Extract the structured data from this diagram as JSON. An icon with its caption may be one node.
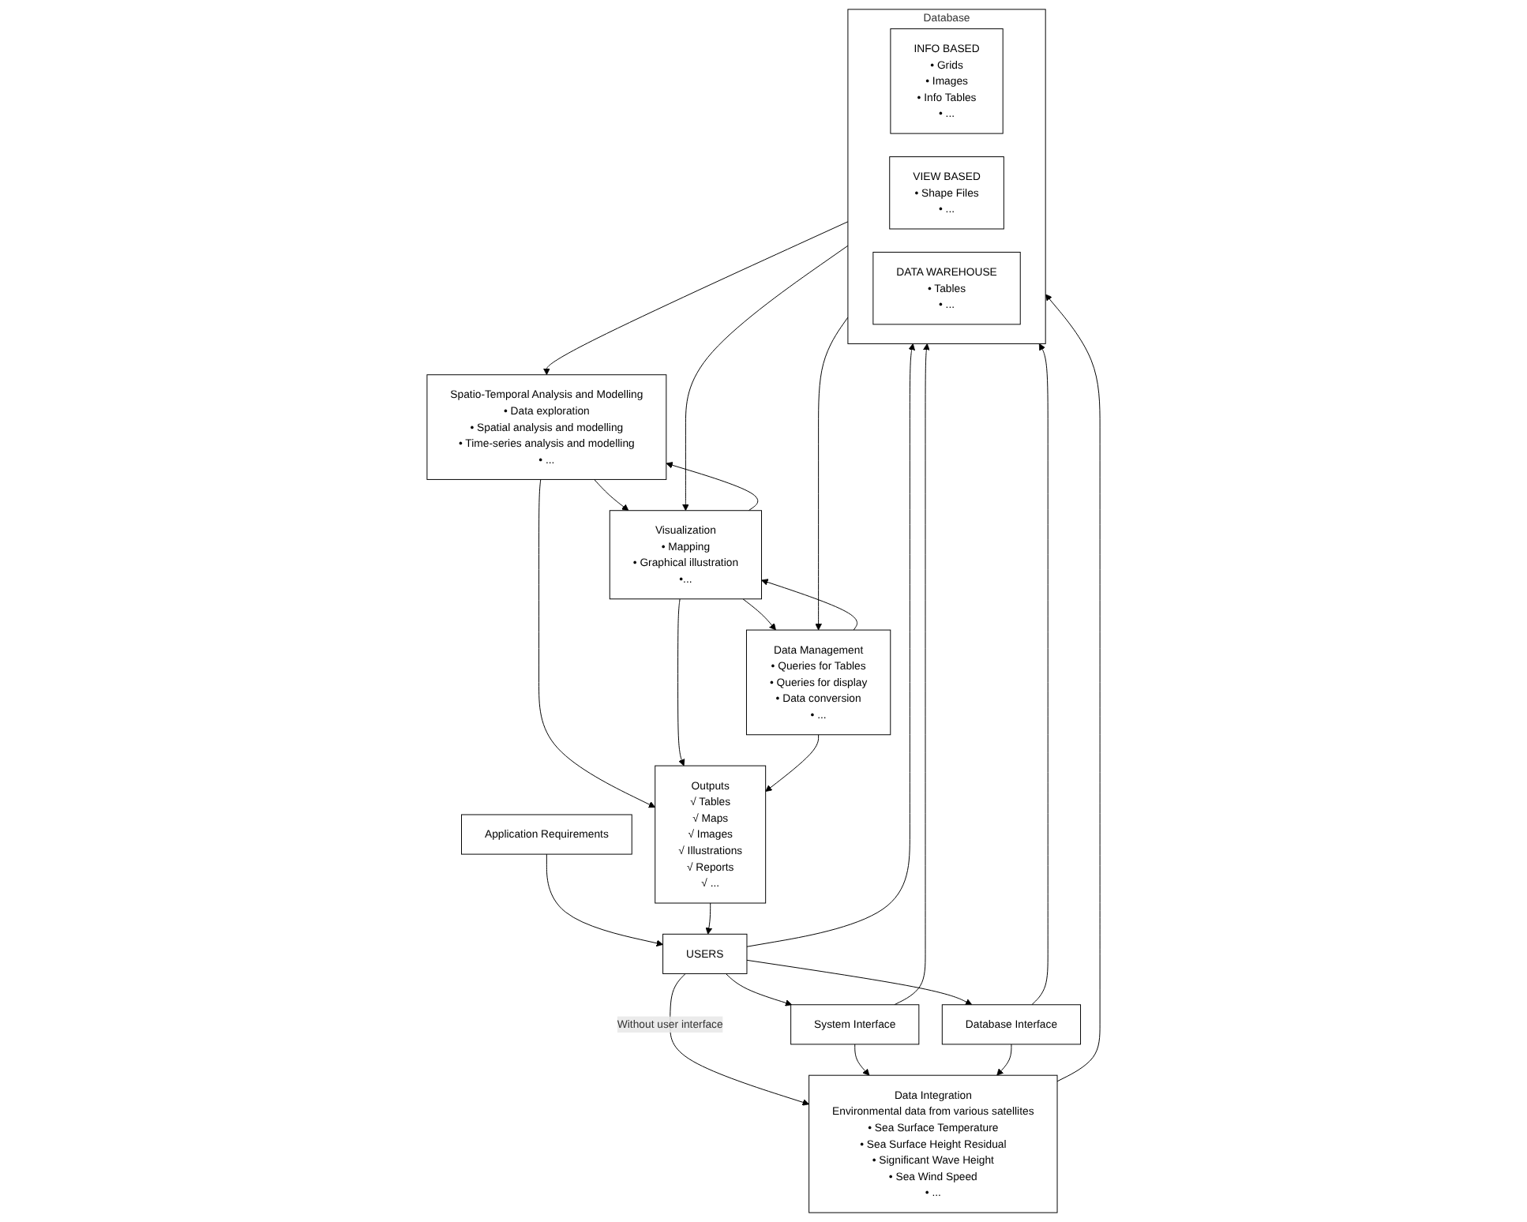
{
  "diagram": {
    "nodes": [
      {
        "text": [
          "USERS"
        ]
      },
      {
        "text": [
          "Application Requirements"
        ]
      },
      {
        "text": [
          "System Interface"
        ]
      },
      {
        "text": [
          "Database Interface"
        ]
      },
      {
        "text": [
          "Data Integration",
          "Environmental data from various satellites",
          "• Sea Surface Temperature",
          "• Sea Surface Height Residual",
          "• Significant Wave Height",
          "• Sea Wind Speed",
          "• ..."
        ]
      },
      {
        "text": [
          "Database"
        ]
      },
      {
        "text": [
          "INFO BASED",
          "• Grids",
          "• Images",
          "• Info Tables",
          "• ..."
        ],
        "in": 5
      },
      {
        "text": [
          "VIEW BASED",
          "• Shape Files",
          "• ..."
        ],
        "in": 5
      },
      {
        "text": [
          "DATA WAREHOUSE",
          "• Tables",
          "• ..."
        ],
        "in": 5
      },
      {
        "text": [
          "Spatio-Temporal Analysis and Modelling",
          "• Data exploration",
          "• Spatial analysis and modelling",
          "• Time-series analysis and modelling",
          "• ..."
        ]
      },
      {
        "text": [
          "Visualization",
          "• Mapping",
          "• Graphical illustration",
          "•..."
        ]
      },
      {
        "text": [
          "Data Management",
          "• Queries for Tables",
          "• Queries for display",
          "• Data conversion",
          "• ..."
        ]
      },
      {
        "text": [
          "Outputs",
          "√ Tables",
          "√ Maps",
          "√ Images",
          "√ Illustrations",
          "√ Reports",
          "√ ..."
        ]
      }
    ],
    "edges": [
      {
        "from": 1,
        "to": 0,
        "arrow": "to"
      },
      {
        "from": 0,
        "to": 2,
        "arrow": "to"
      },
      {
        "from": 0,
        "to": 3,
        "arrow": "to"
      },
      {
        "from": 0,
        "to": 4,
        "arrow": "to",
        "label": "Without user interface"
      },
      {
        "from": 0,
        "to": 5,
        "arrow": "to"
      },
      {
        "from": 2,
        "to": 4,
        "arrow": "to"
      },
      {
        "from": 2,
        "to": 5,
        "arrow": "to"
      },
      {
        "from": 3,
        "to": 4,
        "arrow": "to"
      },
      {
        "from": 3,
        "to": 5,
        "arrow": "to"
      },
      {
        "from": 4,
        "to": 5,
        "arrow": "to"
      },
      {
        "from": 5,
        "to": 9,
        "arrow": "to"
      },
      {
        "from": 5,
        "to": 10,
        "arrow": "to"
      },
      {
        "from": 5,
        "to": 11,
        "arrow": "to"
      },
      {
        "from": 9,
        "to": 10,
        "arrow": "to"
      },
      {
        "from": 10,
        "to": 9,
        "arrow": "to"
      },
      {
        "from": 11,
        "to": 10,
        "arrow": "to"
      },
      {
        "from": 10,
        "to": 11,
        "arrow": "to"
      },
      {
        "from": 9,
        "to": 12,
        "arrow": "to"
      },
      {
        "from": 10,
        "to": 12,
        "arrow": "to"
      },
      {
        "from": 11,
        "to": 12,
        "arrow": "to"
      },
      {
        "from": 12,
        "to": 0,
        "arrow": "to"
      }
    ]
  }
}
